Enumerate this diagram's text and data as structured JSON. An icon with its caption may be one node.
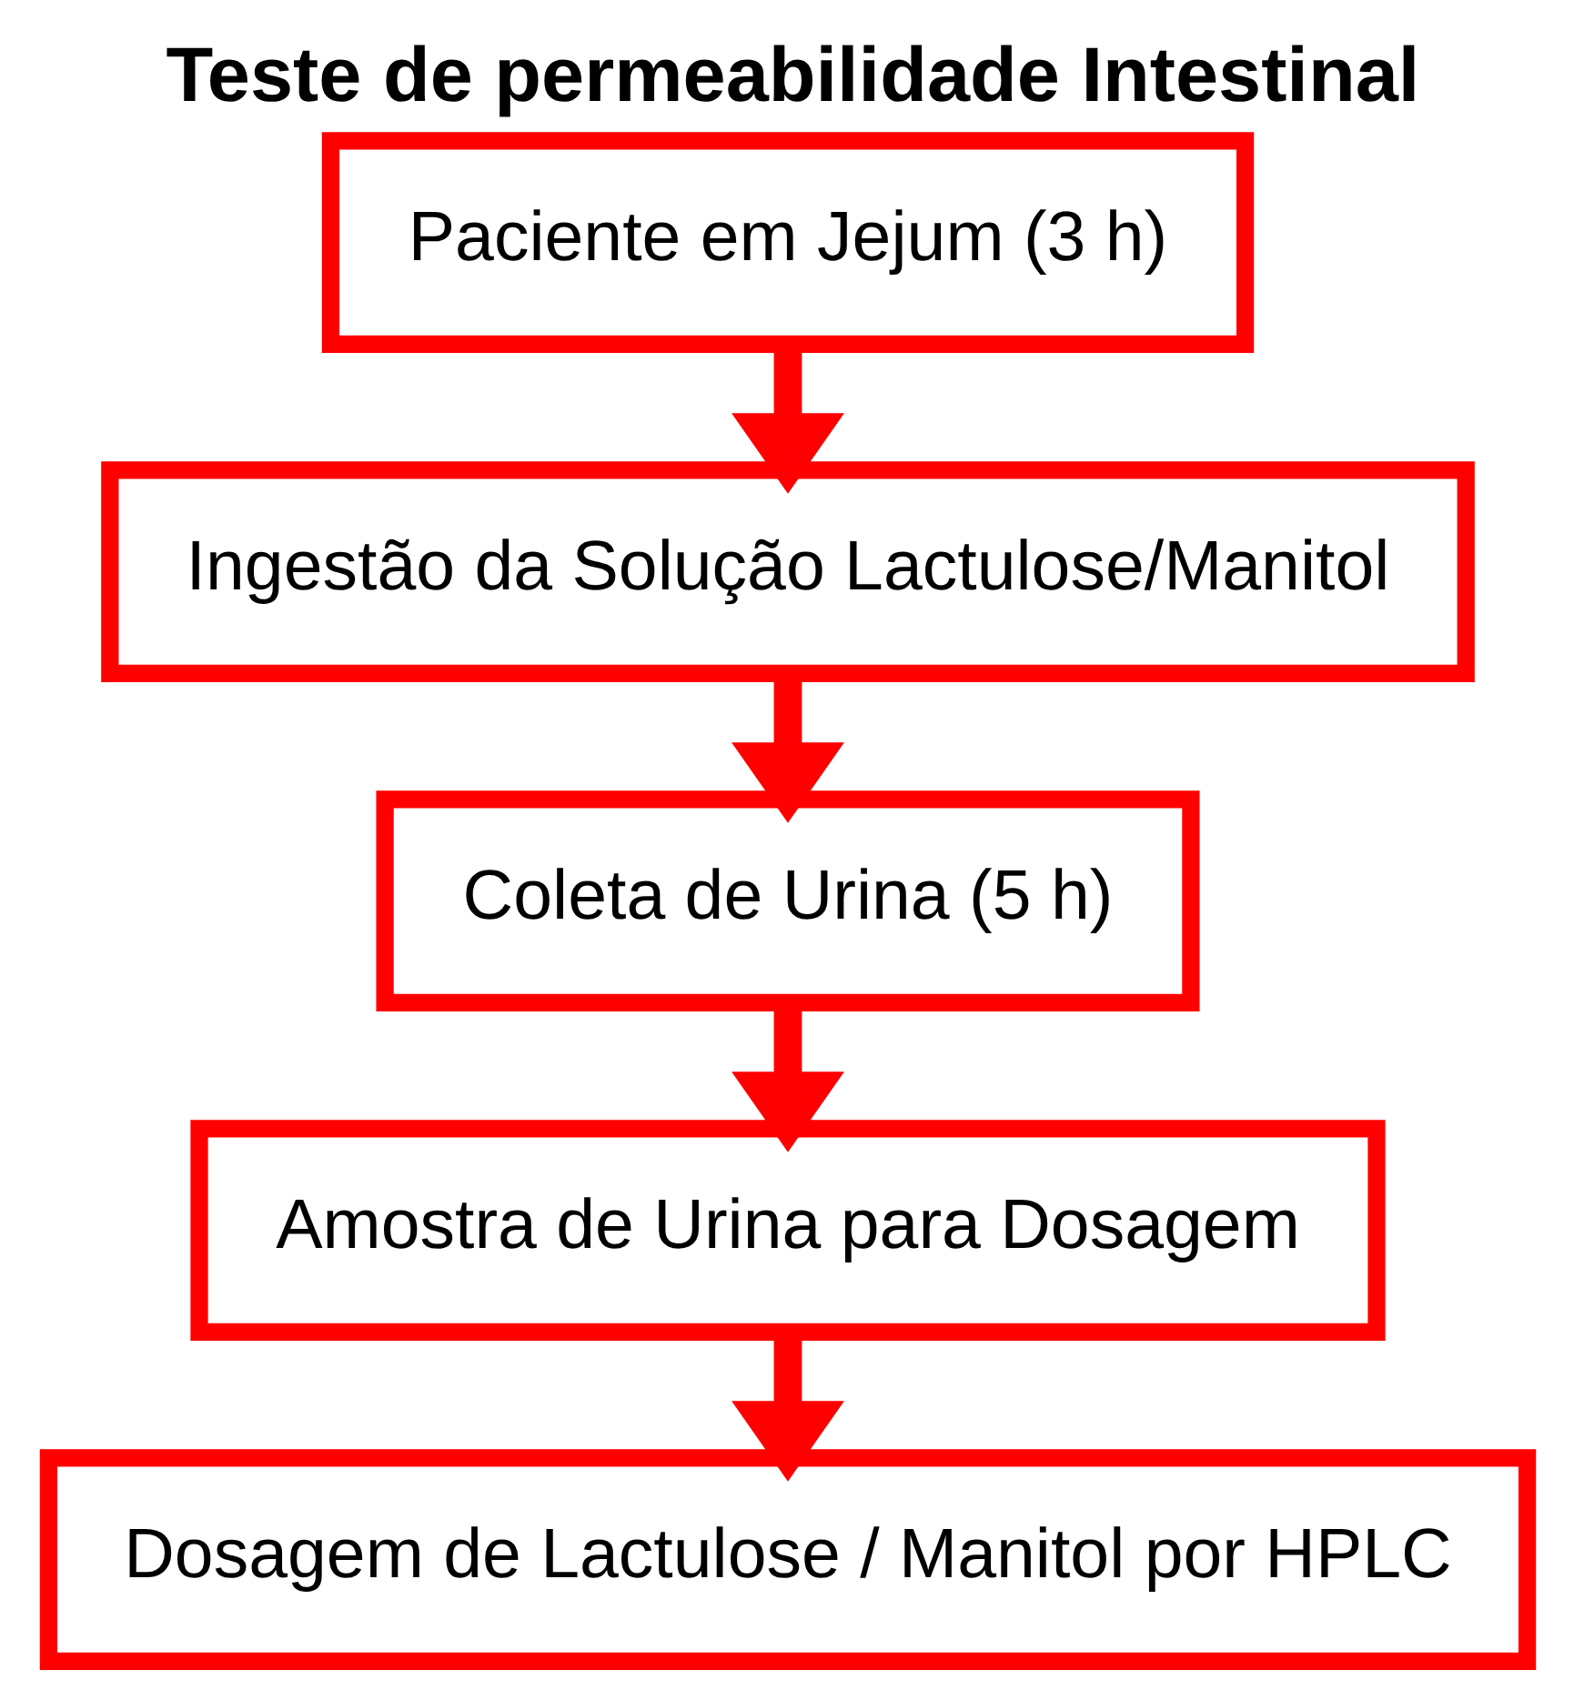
{
  "diagram": {
    "title": "Teste de permeabilidade Intestinal",
    "nodes": [
      {
        "text": [
          "Paciente em Jejum (3 h)"
        ]
      },
      {
        "text": [
          "Ingestão da Solução Lactulose/Manitol"
        ]
      },
      {
        "text": [
          "Coleta de Urina (5 h)"
        ]
      },
      {
        "text": [
          "Amostra de Urina para Dosagem"
        ]
      },
      {
        "text": [
          "Dosagem de Lactulose / Manitol por HPLC"
        ]
      }
    ],
    "edges": [
      {
        "from": 0,
        "to": 1,
        "arrow": "to"
      },
      {
        "from": 1,
        "to": 2,
        "arrow": "to"
      },
      {
        "from": 2,
        "to": 3,
        "arrow": "to"
      },
      {
        "from": 3,
        "to": 4,
        "arrow": "to"
      }
    ]
  }
}
